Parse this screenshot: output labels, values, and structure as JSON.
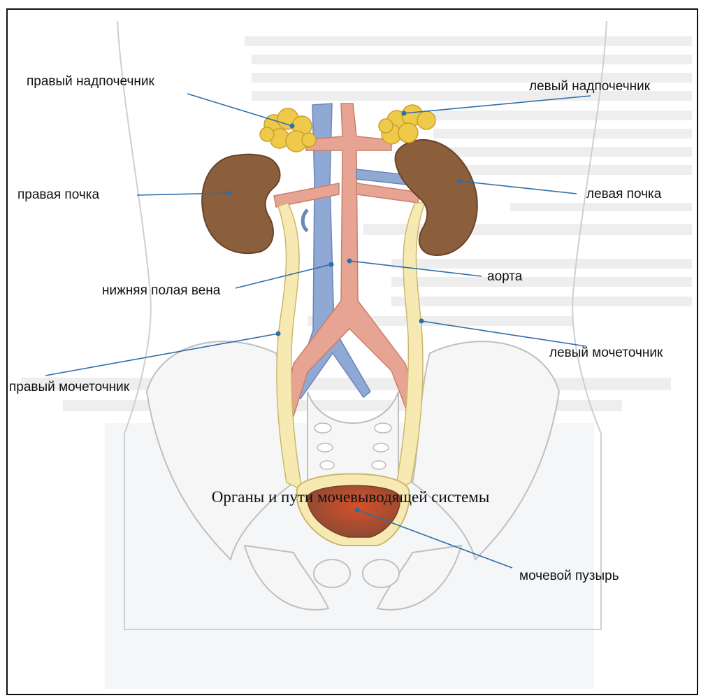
{
  "labels": {
    "right_adrenal": "правый надпочечник",
    "left_adrenal": "левый надпочечник",
    "right_kidney": "правая почка",
    "left_kidney": "левая почка",
    "aorta": "аорта",
    "ivc": "нижняя полая вена",
    "right_ureter": "правый мочеточник",
    "left_ureter": "левый мочеточник",
    "bladder": "мочевой пузырь"
  },
  "caption": "Органы и пути мочевыводящей системы",
  "colors": {
    "kidney": "#8b5e3c",
    "adrenal": "#efc94a",
    "aorta": "#e8a493",
    "vena": "#8fa8d4",
    "ureter": "#f6eab2",
    "bladder": "#b0593c",
    "leader": "#2f6ea8"
  }
}
